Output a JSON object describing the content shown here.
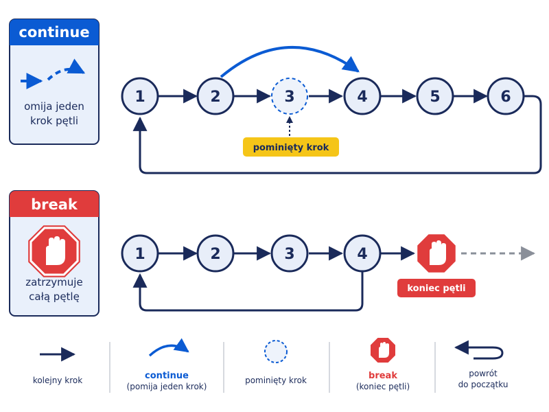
{
  "continue_card": {
    "title": "continue",
    "desc_line1": "omija jeden",
    "desc_line2": "krok pętli",
    "color": "#0b5bd3"
  },
  "break_card": {
    "title": "break",
    "desc_line1": "zatrzymuje",
    "desc_line2": "całą pętlę",
    "color": "#e03c3c"
  },
  "continue_flow": {
    "nodes": [
      "1",
      "2",
      "3",
      "4",
      "5",
      "6"
    ],
    "skipped_node": "3",
    "skipped_tag": "pominięty krok",
    "tag_color": "#f5c518"
  },
  "break_flow": {
    "nodes": [
      "1",
      "2",
      "3",
      "4"
    ],
    "end_tag": "koniec pętli",
    "stop_icon": "stop-hand-icon"
  },
  "legend": {
    "step": "kolejny krok",
    "continue_title": "continue",
    "continue_sub": "(pomija jeden krok)",
    "skipped": "pominięty krok",
    "break_title": "break",
    "break_sub": "(koniec pętli)",
    "return_line1": "powrót",
    "return_line2": "do początku"
  },
  "colors": {
    "navy": "#1a2a5a",
    "blue": "#0b5bd3",
    "red": "#e03c3c",
    "node_fill": "#e8eef9",
    "card_fill": "#e9f0fb"
  }
}
